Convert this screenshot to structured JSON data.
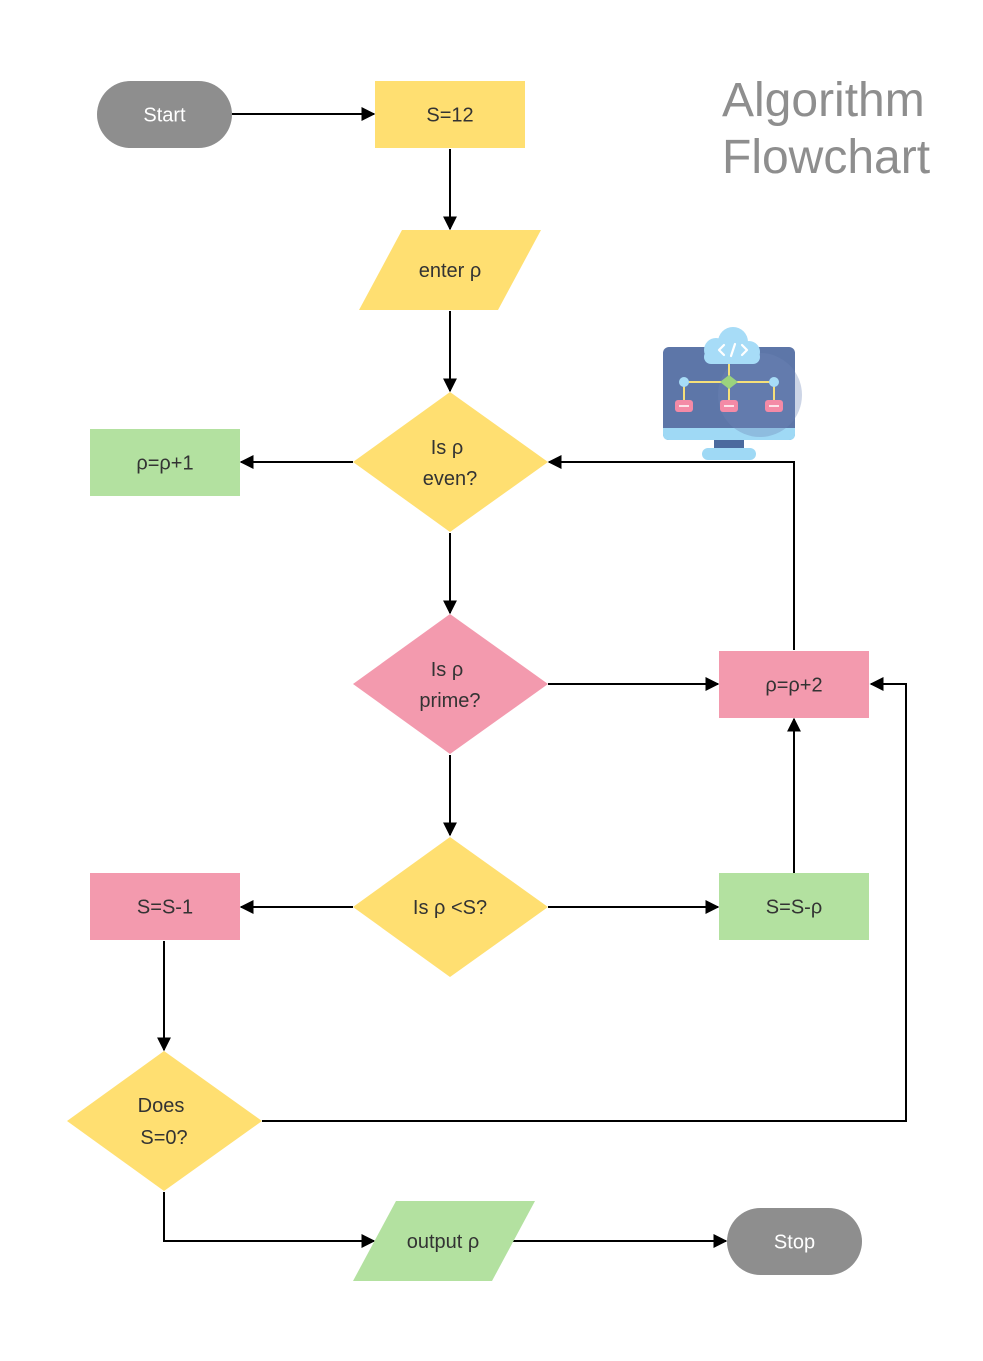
{
  "title": {
    "line1": "Algorithm",
    "line2": "Flowchart"
  },
  "colors": {
    "terminal": "#8e8e8e",
    "yellow": "#ffdf71",
    "green": "#b3e1a0",
    "pink": "#f39aae",
    "edge": "#000000",
    "title": "#8e8e8e"
  },
  "icon": {
    "name": "computer-network-icon"
  },
  "nodes": {
    "start": "Start",
    "s12": "S=12",
    "enter_p": "enter ρ",
    "is_even": [
      "Is ρ",
      "even?"
    ],
    "p_plus_1": "ρ=ρ+1",
    "is_prime": [
      "Is ρ",
      "prime?"
    ],
    "p_plus_2": "ρ=ρ+2",
    "is_less": "Is ρ <S?",
    "s_minus_1": "S=S-1",
    "s_minus_p": "S=S-ρ",
    "does_s0": [
      "Does",
      "S=0?"
    ],
    "output_p": "output ρ",
    "stop": "Stop"
  }
}
